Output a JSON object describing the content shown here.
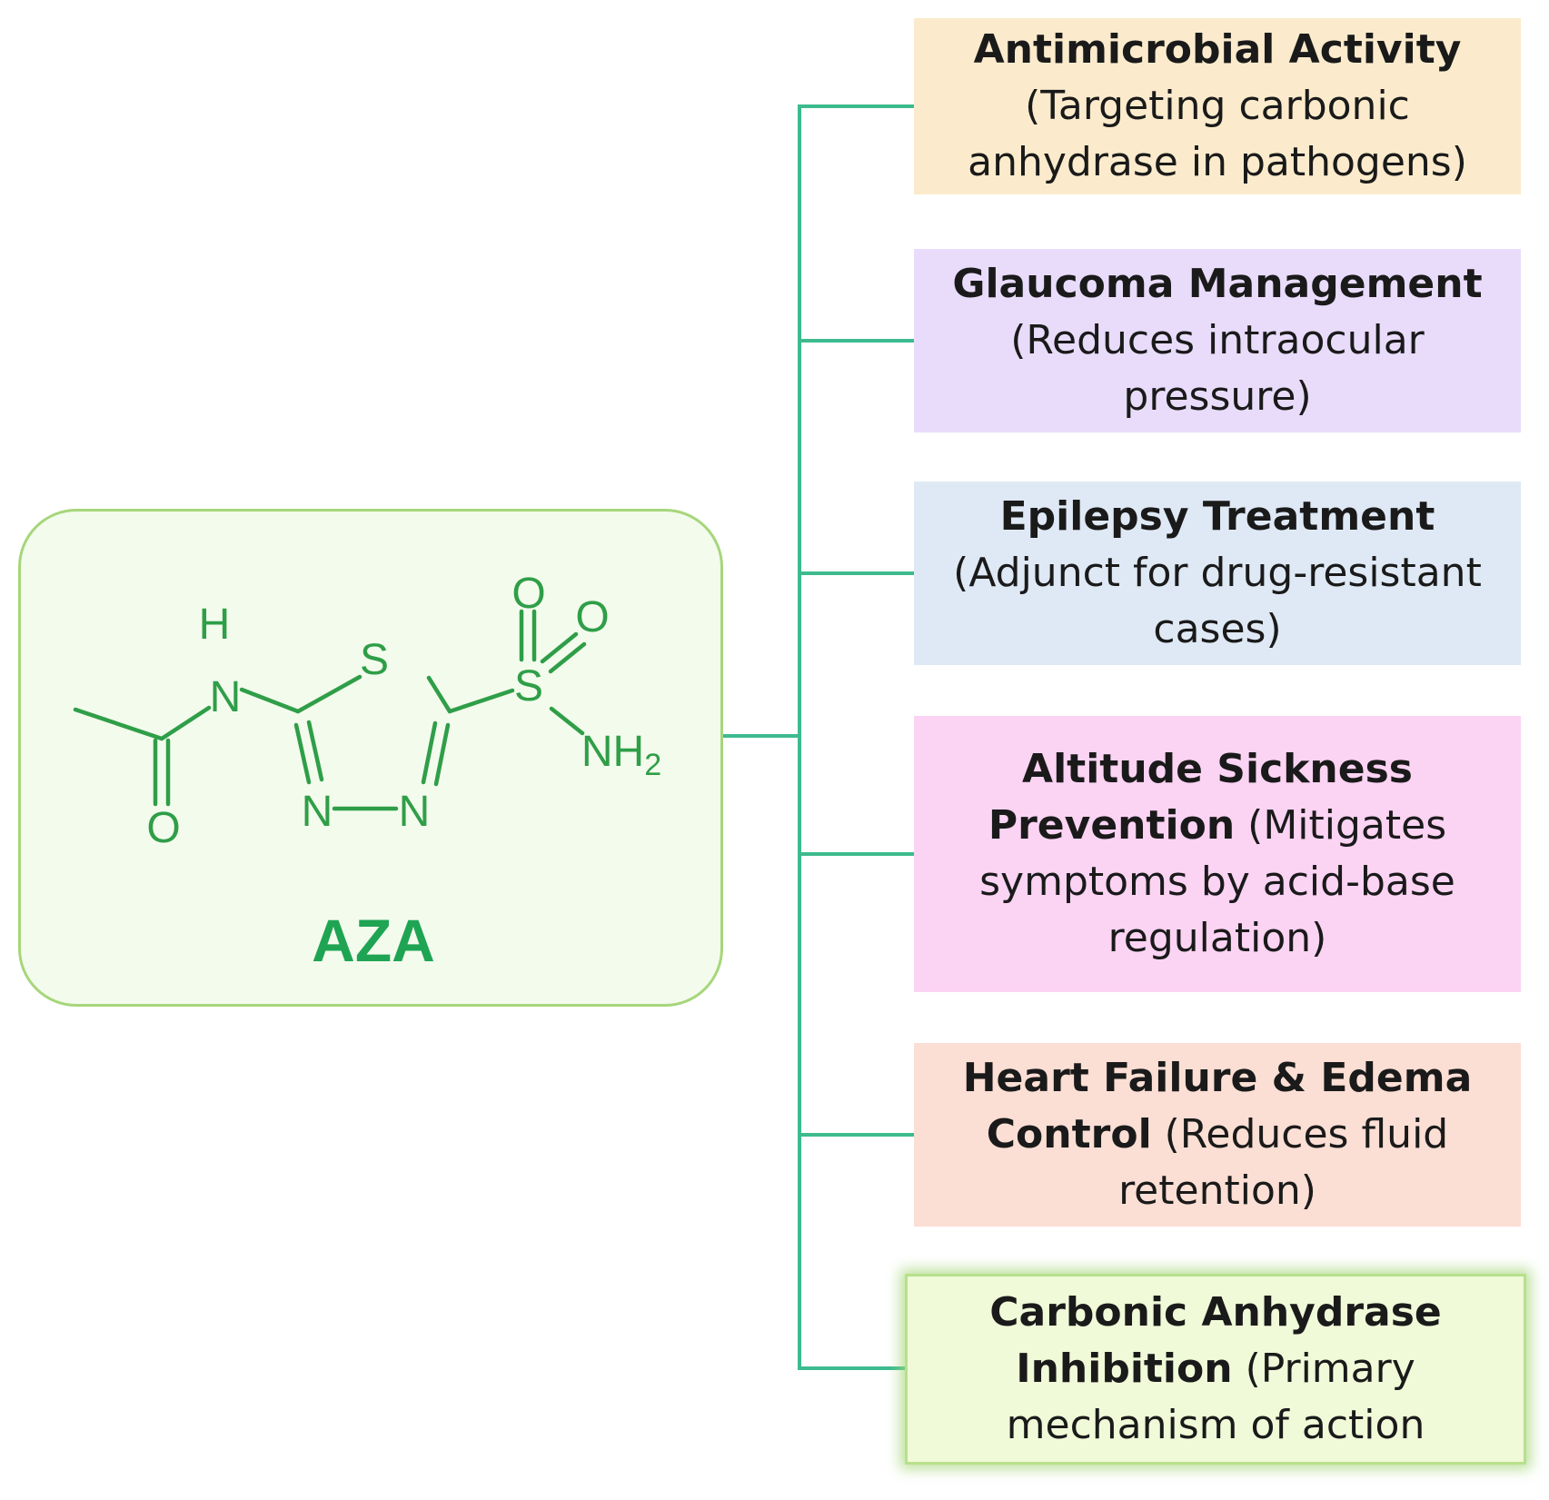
{
  "colors": {
    "connector": "#3dbb8e",
    "molecule": "#2f9e48",
    "drug_name": "#1fa454",
    "drug_panel_fill": "#f3fbec",
    "drug_panel_border": "#a6d67a"
  },
  "drug": {
    "name": "AZA",
    "structure_labels": {
      "nh": "N",
      "nh_h": "H",
      "carbonyl_o": "O",
      "ring_s": "S",
      "ring_n_left": "N",
      "ring_n_right": "N",
      "sulfonyl_s": "S",
      "sulfonyl_o_top": "O",
      "sulfonyl_o_right": "O",
      "amine_nh": "NH",
      "amine_sub": "2"
    }
  },
  "uses": [
    {
      "id": "antimicrobial",
      "title": "Antimicrobial Activity",
      "detail": " (Targeting carbonic anhydrase in pathogens)",
      "fill": "#fbebcc"
    },
    {
      "id": "glaucoma",
      "title": "Glaucoma Management",
      "detail": " (Reduces intraocular pressure)",
      "fill": "#e9dcfb"
    },
    {
      "id": "epilepsy",
      "title": "Epilepsy Treatment",
      "detail": " (Adjunct for drug-resistant cases)",
      "fill": "#dfe9f5"
    },
    {
      "id": "altitude",
      "title": "Altitude Sickness Prevention",
      "detail": " (Mitigates symptoms by acid-base regulation)",
      "fill": "#fbd3f3"
    },
    {
      "id": "heart",
      "title": "Heart Failure & Edema Control",
      "detail": " (Reduces fluid retention)",
      "fill": "#fbded4"
    },
    {
      "id": "carbonic",
      "title": "Carbonic Anhydrase Inhibition",
      "detail": " (Primary mechanism of action",
      "fill": "#f0f9d8"
    }
  ]
}
